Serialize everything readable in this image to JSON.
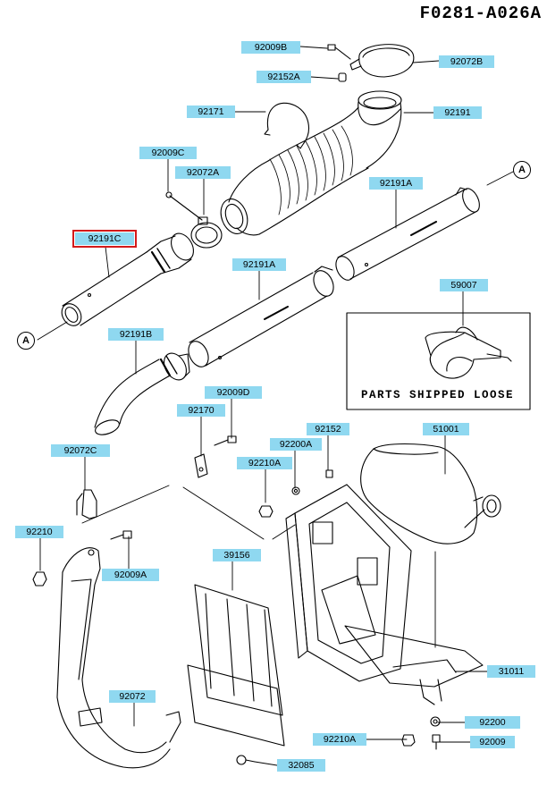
{
  "diagram": {
    "title": "F0281-A026A",
    "loose_box_text": "PARTS SHIPPED LOOSE",
    "ref_marks": [
      "A",
      "A"
    ],
    "accent_color": "#8fd8f0",
    "selected_color": "#d31a1a",
    "labels": {
      "p92009B": "92009B",
      "p92072B": "92072B",
      "p92152A": "92152A",
      "p92171": "92171",
      "p92191": "92191",
      "p92009C": "92009C",
      "p92072A": "92072A",
      "p92191A_top": "92191A",
      "p92191C": "92191C",
      "p92191A_mid": "92191A",
      "p59007": "59007",
      "p92191B": "92191B",
      "p92009D": "92009D",
      "p92170": "92170",
      "p92152": "92152",
      "p51001": "51001",
      "p92200A": "92200A",
      "p92210A_top": "92210A",
      "p92072C": "92072C",
      "p92210": "92210",
      "p92009A": "92009A",
      "p39156": "39156",
      "p31011": "31011",
      "p92072": "92072",
      "p92200": "92200",
      "p92210A_bot": "92210A",
      "p92009": "92009",
      "p32085": "32085"
    }
  }
}
